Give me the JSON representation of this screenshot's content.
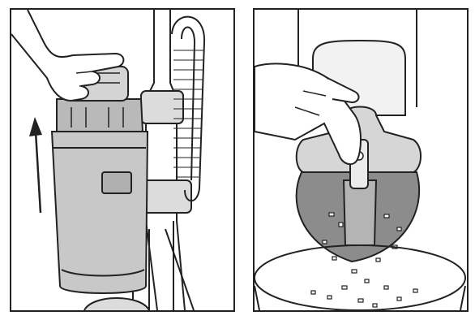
{
  "figure": {
    "panels": [
      {
        "id": "left",
        "subject": "lifting-dust-canister-off-upright-vacuum"
      },
      {
        "id": "right",
        "subject": "pressing-release-button-to-empty-canister-into-trash-bin"
      }
    ],
    "colors": {
      "outline": "#222222",
      "canister_fill": "#c8c8c8",
      "debris_fill": "#8c8c8c",
      "skin_fill": "#ffffff",
      "background": "#ffffff"
    },
    "icons": [
      "up-arrow-icon"
    ]
  }
}
